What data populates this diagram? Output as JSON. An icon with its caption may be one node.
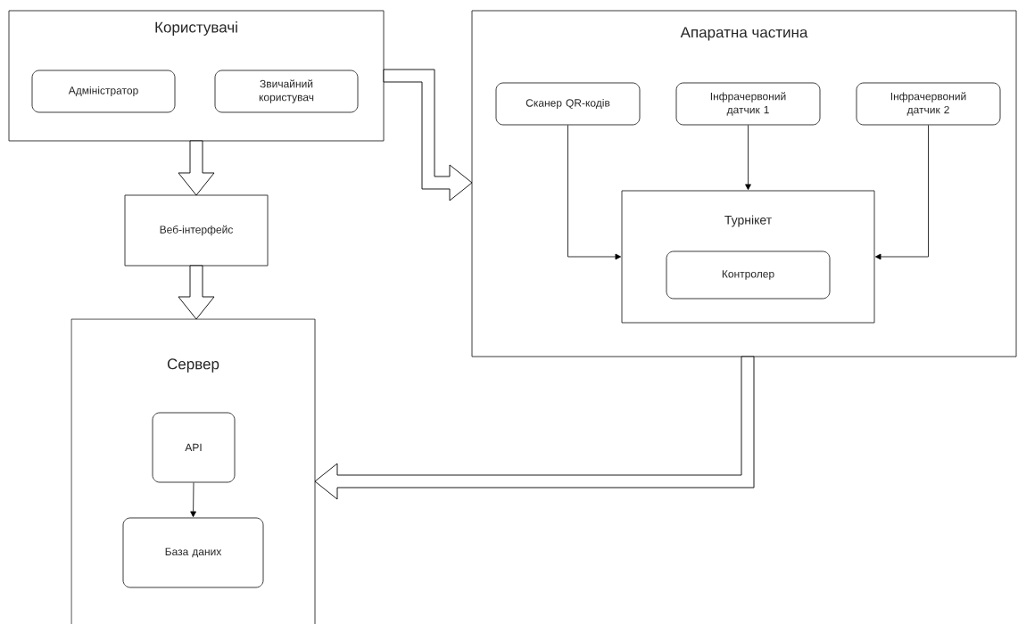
{
  "diagram": {
    "nodes": [
      {
        "text": [
          "Користувачі"
        ]
      },
      {
        "text": [
          "Адміністратор"
        ],
        "in": 0
      },
      {
        "text": [
          "Звичайний користувач"
        ],
        "in": 0
      },
      {
        "text": [
          "Веб-інтерфейс"
        ]
      },
      {
        "text": [
          "Апаратна частина"
        ]
      },
      {
        "text": [
          "Сканер QR-кодів"
        ],
        "in": 4
      },
      {
        "text": [
          "Інфрачервоний датчик 1"
        ],
        "in": 4
      },
      {
        "text": [
          "Інфрачервоний датчик 2"
        ],
        "in": 4
      },
      {
        "text": [
          "Турнікет"
        ],
        "in": 4
      },
      {
        "text": [
          "Контролер"
        ],
        "in": 8
      },
      {
        "text": [
          "Сервер"
        ]
      },
      {
        "text": [
          "API"
        ],
        "in": 10
      },
      {
        "text": [
          "База даних"
        ],
        "in": 10
      }
    ],
    "edges": [
      {
        "from": 0,
        "to": 3,
        "arrow": "to",
        "style": "thick"
      },
      {
        "from": 3,
        "to": 10,
        "arrow": "to",
        "style": "thick"
      },
      {
        "from": 0,
        "to": 4,
        "arrow": "to",
        "style": "thick"
      },
      {
        "from": 4,
        "to": 10,
        "arrow": "to",
        "style": "thick"
      },
      {
        "from": 5,
        "to": 8,
        "arrow": "to"
      },
      {
        "from": 6,
        "to": 8,
        "arrow": "to"
      },
      {
        "from": 7,
        "to": 8,
        "arrow": "to"
      },
      {
        "from": 11,
        "to": 12,
        "arrow": "to"
      }
    ]
  }
}
